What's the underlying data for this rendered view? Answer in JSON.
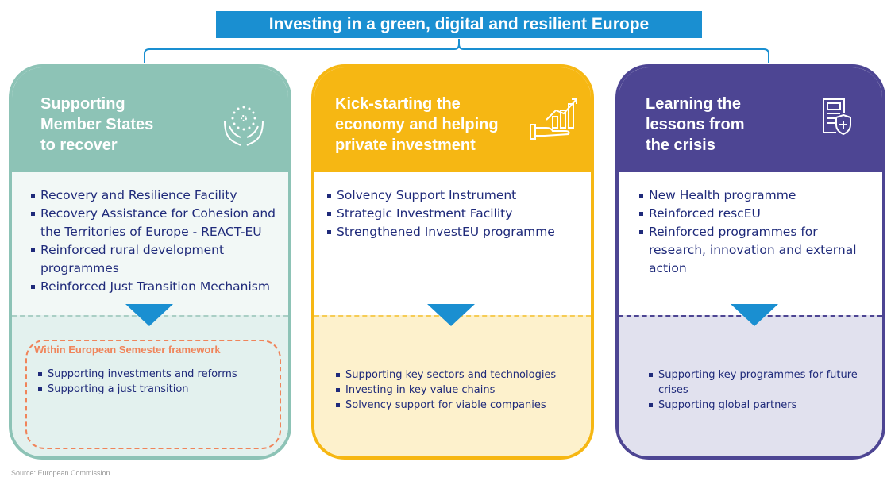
{
  "title": "Investing in a green, digital and resilient Europe",
  "pillars": [
    {
      "title": "Supporting\nMember States\nto recover",
      "icon": "hands-with-stars-icon",
      "color": "#8dc3b6",
      "items": [
        "Recovery and Resilience Facility",
        "Recovery Assistance for Cohesion and the Territories of Europe - REACT-EU",
        "Reinforced rural development programmes",
        "Reinforced Just Transition Mechanism"
      ],
      "framework_label": "Within European Semester framework",
      "sub_items": [
        "Supporting investments and reforms",
        "Supporting a just transition"
      ]
    },
    {
      "title": "Kick-starting the\neconomy and helping\nprivate investment",
      "icon": "growth-chart-hand-icon",
      "color": "#f6b713",
      "items": [
        "Solvency Support Instrument",
        "Strategic Investment Facility",
        "Strengthened InvestEU programme"
      ],
      "sub_items": [
        "Supporting key sectors and technologies",
        "Investing in key value chains",
        "Solvency support for viable companies"
      ]
    },
    {
      "title": "Learning the\nlessons from\nthe crisis",
      "icon": "health-document-shield-icon",
      "color": "#4d4593",
      "items": [
        "New Health programme",
        "Reinforced rescEU",
        "Reinforced programmes for research, innovation and external action"
      ],
      "sub_items": [
        "Supporting key programmes for future crises",
        "Supporting global partners"
      ]
    }
  ],
  "source": "Source: European Commission"
}
